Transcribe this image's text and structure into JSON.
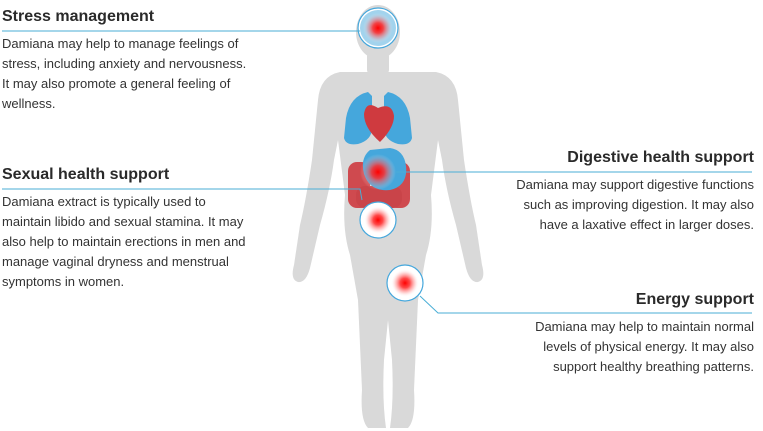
{
  "callouts": {
    "stress": {
      "title": "Stress management",
      "lines": [
        "Damiana may help to manage feelings of",
        "stress, including anxiety and nervousness.",
        "It may also promote a general feeling of",
        "wellness."
      ]
    },
    "sexual": {
      "title": "Sexual health support",
      "lines": [
        "Damiana extract is typically used to",
        "maintain libido and sexual stamina. It may",
        "also help to maintain erections in men and",
        "manage vaginal dryness and menstrual",
        "symptoms in women."
      ]
    },
    "digestive": {
      "title": "Digestive health support",
      "lines": [
        "Damiana may support digestive functions",
        "such as improving digestion. It may also",
        "have a laxative effect in larger doses."
      ]
    },
    "energy": {
      "title": "Energy support",
      "lines": [
        "Damiana may help to maintain normal",
        "levels of physical energy. It may also",
        "support healthy breathing patterns."
      ]
    }
  },
  "colors": {
    "body": "#d9d9d9",
    "accent_line": "#4aaed6",
    "lungs": "#45a7dc",
    "heart": "#cf3a3f",
    "stomach": "#45a7dc",
    "intestine": "#cf4a4f",
    "hotspot": "#ff1a1a"
  },
  "icons": [
    "body-silhouette-icon",
    "brain-hotspot-icon",
    "lungs-icon",
    "heart-icon",
    "stomach-icon",
    "intestines-icon",
    "pelvis-hotspot-icon",
    "thigh-hotspot-icon"
  ]
}
